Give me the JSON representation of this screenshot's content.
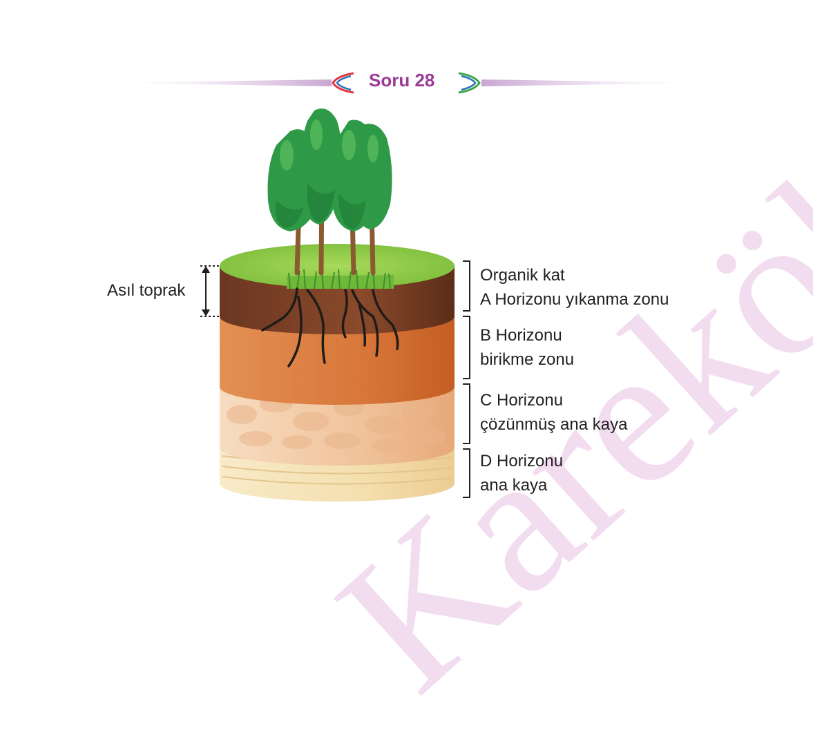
{
  "header": {
    "title": "Soru 28"
  },
  "watermark": {
    "text": "Karekök"
  },
  "labels": {
    "asil_toprak": "Asıl toprak",
    "organik_kat": "Organik kat",
    "a_horizon": "A Horizonu yıkanma zonu",
    "b_horizon_line1": "B Horizonu",
    "b_horizon_line2": "birikme zonu",
    "c_horizon_line1": "C Horizonu",
    "c_horizon_line2": "çözünmüş ana kaya",
    "d_horizon_line1": "D Horizonu",
    "d_horizon_line2": "ana kaya"
  },
  "colors": {
    "title": "#9b3a97",
    "grass": "#8dc63f",
    "layer_a": "#7a4127",
    "layer_b": "#d7773a",
    "layer_c": "#f2c8a2",
    "layer_d": "#f6e3b8",
    "tree": "#2e9a47",
    "watermark": "#e8c3e4"
  }
}
